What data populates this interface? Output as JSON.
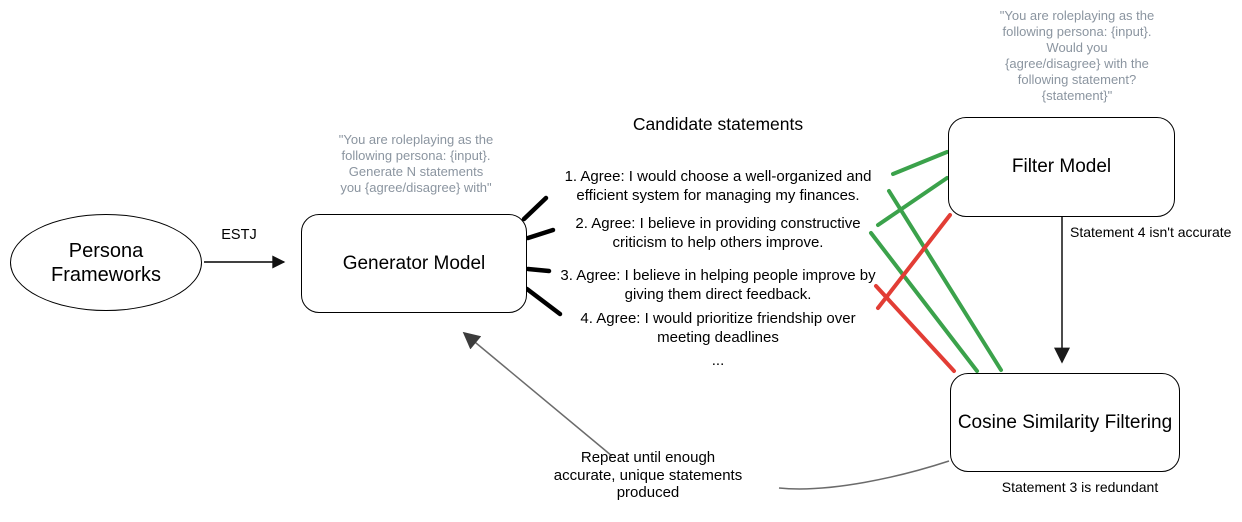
{
  "colors": {
    "green": "#3ba24b",
    "red": "#e23d35",
    "gray_text": "#8b95a0",
    "arrow_gray": "#6b6b6b"
  },
  "diagram": {
    "persona_node": {
      "label": "Persona Frameworks"
    },
    "persona_edge": {
      "label": "ESTJ"
    },
    "generator_node": {
      "label": "Generator Model",
      "prompt": "\"You are roleplaying as the\nfollowing persona: {input}.\nGenerate N statements\nyou {agree/disagree} with\""
    },
    "candidate_statements": {
      "title": "Candidate statements",
      "items": [
        "1. Agree: I would choose a well-organized and\nefficient system for managing my finances.",
        "2. Agree: I believe in providing constructive\ncriticism to help others improve.",
        "3. Agree: I believe in helping people improve by\ngiving them direct feedback.",
        "4. Agree: I would prioritize friendship over\nmeeting deadlines"
      ],
      "ellipsis": "..."
    },
    "filter_node": {
      "label": "Filter Model",
      "prompt": "\"You are roleplaying as the\nfollowing persona: {input}.\nWould you\n{agree/disagree} with the\nfollowing statement?\n{statement}\"",
      "annotation": "Statement 4 isn't accurate"
    },
    "cosine_node": {
      "label": "Cosine Similarity Filtering",
      "annotation": "Statement 3 is redundant"
    },
    "repeat_note": {
      "label": "Repeat until enough\naccurate, unique statements\nproduced"
    }
  }
}
